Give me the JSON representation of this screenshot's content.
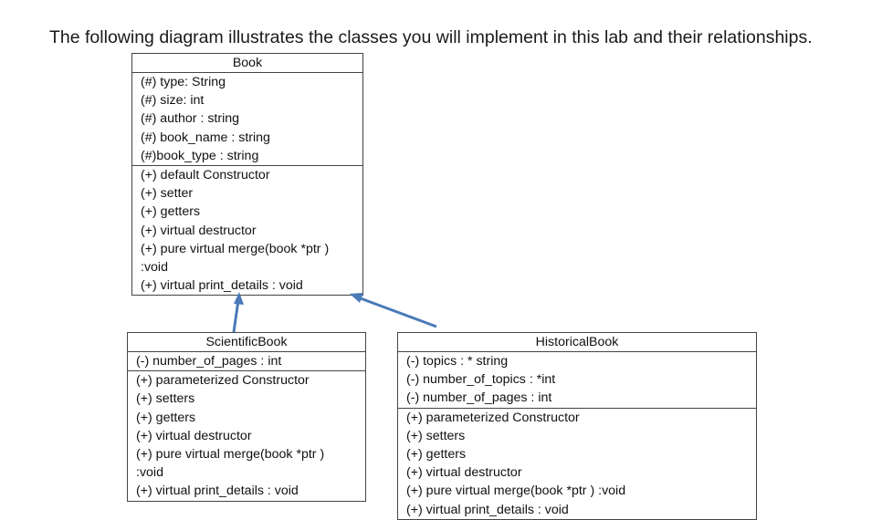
{
  "caption": "The following diagram illustrates the classes you will implement in this lab and their relationships.",
  "arrow_color": "#4a7ab8",
  "classes": {
    "book": {
      "name": "Book",
      "attributes": [
        "(#) type:   String",
        "(#) size:   int",
        "(#) author : string",
        "(#) book_name : string",
        "(#)book_type : string"
      ],
      "methods": [
        "(+) default Constructor",
        "(+) setter",
        "(+) getters",
        "(+) virtual destructor",
        "(+) pure virtual merge(book *ptr )",
        ":void",
        "(+) virtual print_details   : void"
      ]
    },
    "scientific": {
      "name": "ScientificBook",
      "attributes": [
        "(-) number_of_pages : int"
      ],
      "methods": [
        "(+) parameterized Constructor",
        "(+) setters",
        "(+) getters",
        "(+) virtual destructor",
        "(+) pure virtual merge(book *ptr )",
        ":void",
        "(+) virtual print_details   : void"
      ]
    },
    "historical": {
      "name": "HistoricalBook",
      "attributes": [
        "(-) topics :   * string",
        "(-) number_of_topics : *int",
        "(-) number_of_pages : int"
      ],
      "methods": [
        "(+) parameterized Constructor",
        "(+) setters",
        "(+) getters",
        "(+) virtual destructor",
        "(+) pure virtual merge(book *ptr ) :void",
        "(+) virtual print_details   : void"
      ]
    }
  }
}
